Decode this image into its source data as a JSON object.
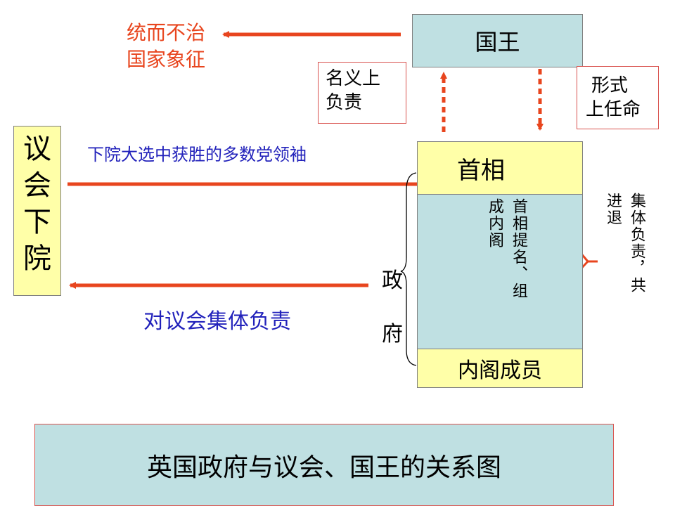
{
  "king": {
    "label": "国王"
  },
  "king_role": {
    "line1": "统而不治",
    "line2": "国家象征"
  },
  "nominal": {
    "line1": "名义上",
    "line2": "负责"
  },
  "formal": {
    "line1": "形式",
    "line2": "上任命"
  },
  "prime_minister": {
    "label": "首相"
  },
  "pm_nominate": {
    "text": "首相提名、组成内阁"
  },
  "collective": {
    "text": "集体负责，共进退"
  },
  "cabinet": {
    "label": "内阁成员"
  },
  "parliament": {
    "chars": [
      "议",
      "会",
      "下",
      "院"
    ]
  },
  "majority_leader": {
    "label": "下院大选中获胜的多数党领袖"
  },
  "responsible": {
    "label": "对议会集体负责"
  },
  "government": {
    "chars": [
      "政",
      "府"
    ]
  },
  "caption": {
    "label": "英国政府与议会、国王的关系图"
  },
  "colors": {
    "arrow": "#e8451e",
    "blue_text": "#2222bb",
    "teal": "#bfe0e2",
    "yellow": "#ffffa8"
  }
}
